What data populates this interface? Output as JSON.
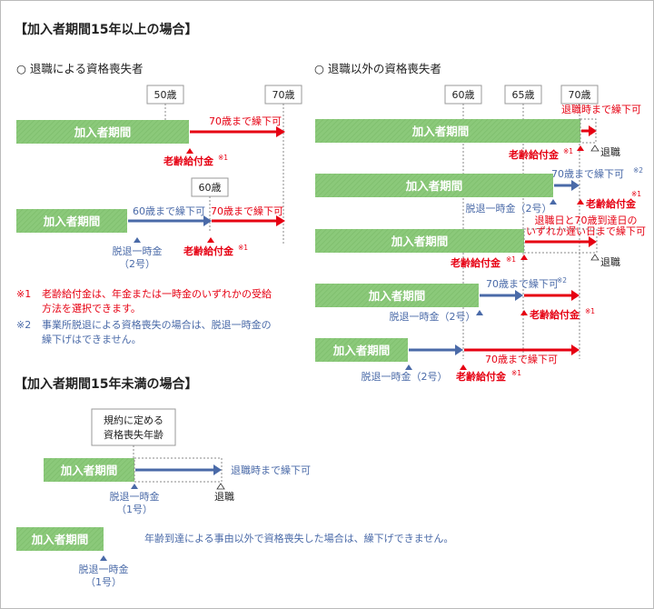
{
  "colors": {
    "accent_red": "#e60012",
    "accent_blue": "#4a6aa8",
    "bar_green": "#8bc97a",
    "frame_gray": "#bbbbbb"
  },
  "section1": {
    "title": "【加入者期間15年以上の場合】",
    "left": {
      "subtitle": "○ 退職による資格喪失者",
      "age_50": "50歳",
      "age_70": "70歳",
      "age_60": "60歳",
      "row1": {
        "bar": "加入者期間",
        "defer_70": "70歳まで繰下可",
        "benefit": "老齢給付金",
        "mark": "※1"
      },
      "row2": {
        "bar": "加入者期間",
        "defer_60": "60歳まで繰下可",
        "defer_70": "70歳まで繰下可",
        "lump_line1": "脱退一時金",
        "lump_line2": "（2号）",
        "benefit": "老齢給付金",
        "mark": "※1"
      },
      "notes": [
        {
          "mark": "※1",
          "line1": "老齢給付金は、年金または一時金のいずれかの受給",
          "line2": "方法を選択できます。"
        },
        {
          "mark": "※2",
          "line1": "事業所脱退による資格喪失の場合は、脱退一時金の",
          "line2": "繰下げはできません。"
        }
      ]
    },
    "right": {
      "subtitle": "○ 退職以外の資格喪失者",
      "age_60": "60歳",
      "age_65": "65歳",
      "age_70": "70歳",
      "row1": {
        "bar": "加入者期間",
        "defer_label": "退職時まで繰下可",
        "benefit": "老齢給付金",
        "mark": "※1",
        "retire": "退職"
      },
      "row2": {
        "bar": "加入者期間",
        "defer_70": "70歳まで繰下可",
        "mark2": "※2",
        "lump": "脱退一時金（2号）",
        "benefit": "老齢給付金",
        "mark1": "※1"
      },
      "row3": {
        "bar": "加入者期間",
        "note_line1": "退職日と70歳到達日の",
        "note_line2": "いずれか遅い日まで繰下可",
        "benefit": "老齢給付金",
        "mark": "※1",
        "retire": "退職"
      },
      "row4": {
        "bar": "加入者期間",
        "defer_70": "70歳まで繰下可",
        "mark2": "※2",
        "lump": "脱退一時金（2号）",
        "benefit": "老齢給付金",
        "mark1": "※1"
      },
      "row5": {
        "bar": "加入者期間",
        "defer_70": "70歳まで繰下可",
        "lump": "脱退一時金（2号）",
        "benefit": "老齢給付金",
        "mark": "※1"
      }
    }
  },
  "section2": {
    "title": "【加入者期間15年未満の場合】",
    "box_line1": "規約に定める",
    "box_line2": "資格喪失年齢",
    "row1": {
      "bar": "加入者期間",
      "defer": "退職時まで繰下可",
      "lump_line1": "脱退一時金",
      "lump_line2": "（1号）",
      "retire": "退職"
    },
    "row2": {
      "bar": "加入者期間",
      "note": "年齢到達による事由以外で資格喪失した場合は、繰下げできません。",
      "lump_line1": "脱退一時金",
      "lump_line2": "（1号）"
    }
  }
}
